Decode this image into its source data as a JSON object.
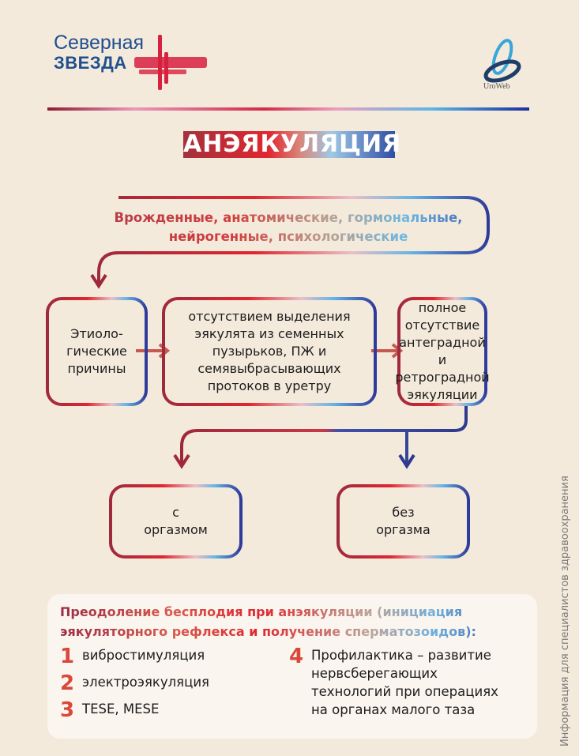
{
  "logo": {
    "line1": "Северная",
    "line2": "ЗВЕЗДА",
    "partner_logo_text": "UroWeb"
  },
  "title": "АНЭЯКУЛЯЦИЯ",
  "causes": {
    "line1": "Врожденные, анатомические, гормональные,",
    "line2": "нейрогенные, психологические"
  },
  "boxes": {
    "etiology": "Этиоло-\nгические\nпричины",
    "absence": "отсутствием выделения\nэякулята из семенных\nпузырьков, ПЖ и\nсемявыбрасывающих\nпротоков в уретру",
    "complete": "полное\nотсутствие\nантеградной и\nретроградной\nэякуляции",
    "with_orgasm": "с\nоргазмом",
    "without_orgasm": "без\nоргазма"
  },
  "treatment": {
    "heading": "Преодоление бесплодия при анэякуляции (инициация эякуляторного рефлекса и получение сперматозоидов):",
    "items": [
      {
        "num": "1",
        "text": "вибростимуляция"
      },
      {
        "num": "2",
        "text": "электроэякуляция"
      },
      {
        "num": "3",
        "text": "TESE, MESE"
      },
      {
        "num": "4",
        "text": "Профилактика – развитие нервсберегающих технологий при операциях на органах малого таза"
      }
    ]
  },
  "side_note": "Информация для специалистов здравоохранения",
  "colors": {
    "background": "#f4eadc",
    "red": "#a3283c",
    "blue": "#2f3f9c",
    "number": "#d9483a"
  }
}
